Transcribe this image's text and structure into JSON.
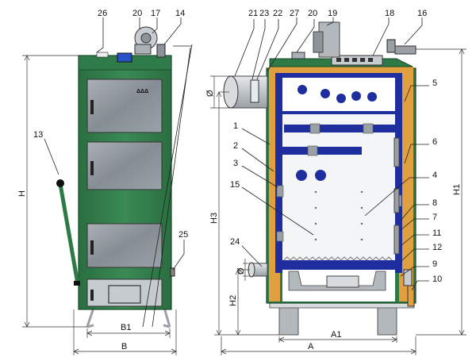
{
  "labels": {
    "n1": "1",
    "n2": "2",
    "n3": "3",
    "n4": "4",
    "n5": "5",
    "n6": "6",
    "n7": "7",
    "n8": "8",
    "n9": "9",
    "n10": "10",
    "n11": "11",
    "n12": "12",
    "n13": "13",
    "n14": "14",
    "n15": "15",
    "n16": "16",
    "n17": "17",
    "n18": "18",
    "n19": "19",
    "n20a": "20",
    "n20b": "20",
    "n21": "21",
    "n22": "22",
    "n23": "23",
    "n24": "24",
    "n25": "25",
    "n26": "26",
    "n27": "27"
  },
  "dimensions": {
    "H": "H",
    "H1": "H1",
    "H2": "H2",
    "H3": "H3",
    "A": "A",
    "A1": "A1",
    "B": "B",
    "B1": "B1",
    "diam_top": "Ø",
    "diam_low": "Ø"
  },
  "logo_text": "ΔΔΔ",
  "colors": {
    "body_green": "#2e7a47",
    "door_gray": "#8c9399",
    "water_jacket_blue": "#1e2e9e",
    "insulation_orange": "#e0a040",
    "pipe_gray": "#bfc4c8",
    "leg_gray": "#a8adb2"
  }
}
